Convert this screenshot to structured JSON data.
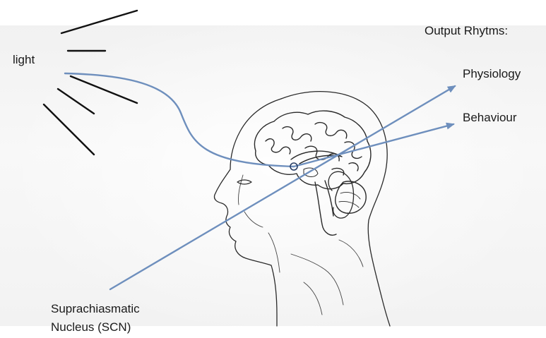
{
  "labels": {
    "light": "light",
    "output_heading": "Output Rhytms:",
    "physiology": "Physiology",
    "behaviour": "Behaviour",
    "scn_line1": "Suprachiasmatic",
    "scn_line2": "Nucleus (SCN)"
  },
  "colors": {
    "arrow": "#6e8fbd",
    "ray": "#111111",
    "sketch": "#2a2a2a",
    "text": "#1a1a1a"
  },
  "icons": [
    "light-ray-lines",
    "head-profile-sketch",
    "brain-sketch",
    "scn-circle-marker"
  ]
}
